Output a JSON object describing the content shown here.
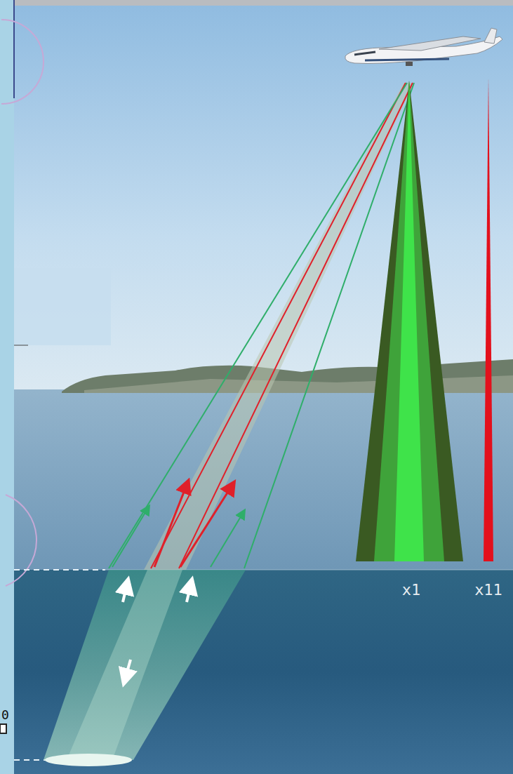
{
  "diagram": {
    "labels": [
      "x1",
      "x11",
      "0"
    ]
  }
}
